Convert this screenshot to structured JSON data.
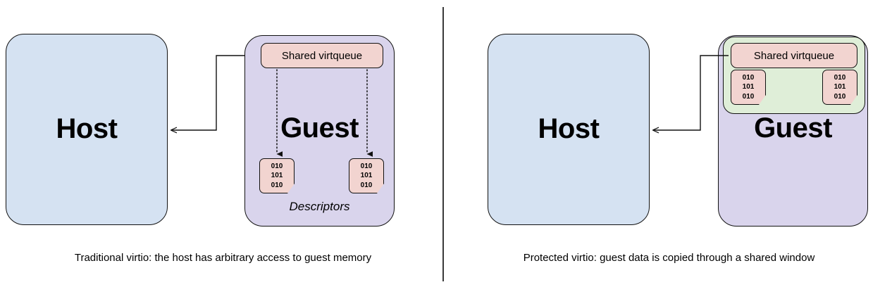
{
  "diagram": {
    "title": "Traditional vs protected virtio data path",
    "colors": {
      "host_fill": "#d5e2f2",
      "guest_fill": "#d9d4ec",
      "queue_fill": "#f2d4d0",
      "window_fill": "#dfeed8",
      "stroke": "#111111",
      "divider": "#3a3a3a"
    }
  },
  "left": {
    "caption": "Traditional virtio: the host has arbitrary access to guest memory",
    "host_label": "Host",
    "guest_label": "Guest",
    "virtqueue_label": "Shared virtqueue",
    "descriptors_label": "Descriptors",
    "descriptors": [
      {
        "lines": [
          "010",
          "101",
          "010"
        ]
      },
      {
        "lines": [
          "010",
          "101",
          "010"
        ]
      }
    ]
  },
  "right": {
    "caption": "Protected virtio: guest data is copied through a shared window",
    "host_label": "Host",
    "guest_label": "Guest",
    "virtqueue_label": "Shared virtqueue",
    "descriptors": [
      {
        "lines": [
          "010",
          "101",
          "010"
        ]
      },
      {
        "lines": [
          "010",
          "101",
          "010"
        ]
      }
    ]
  }
}
